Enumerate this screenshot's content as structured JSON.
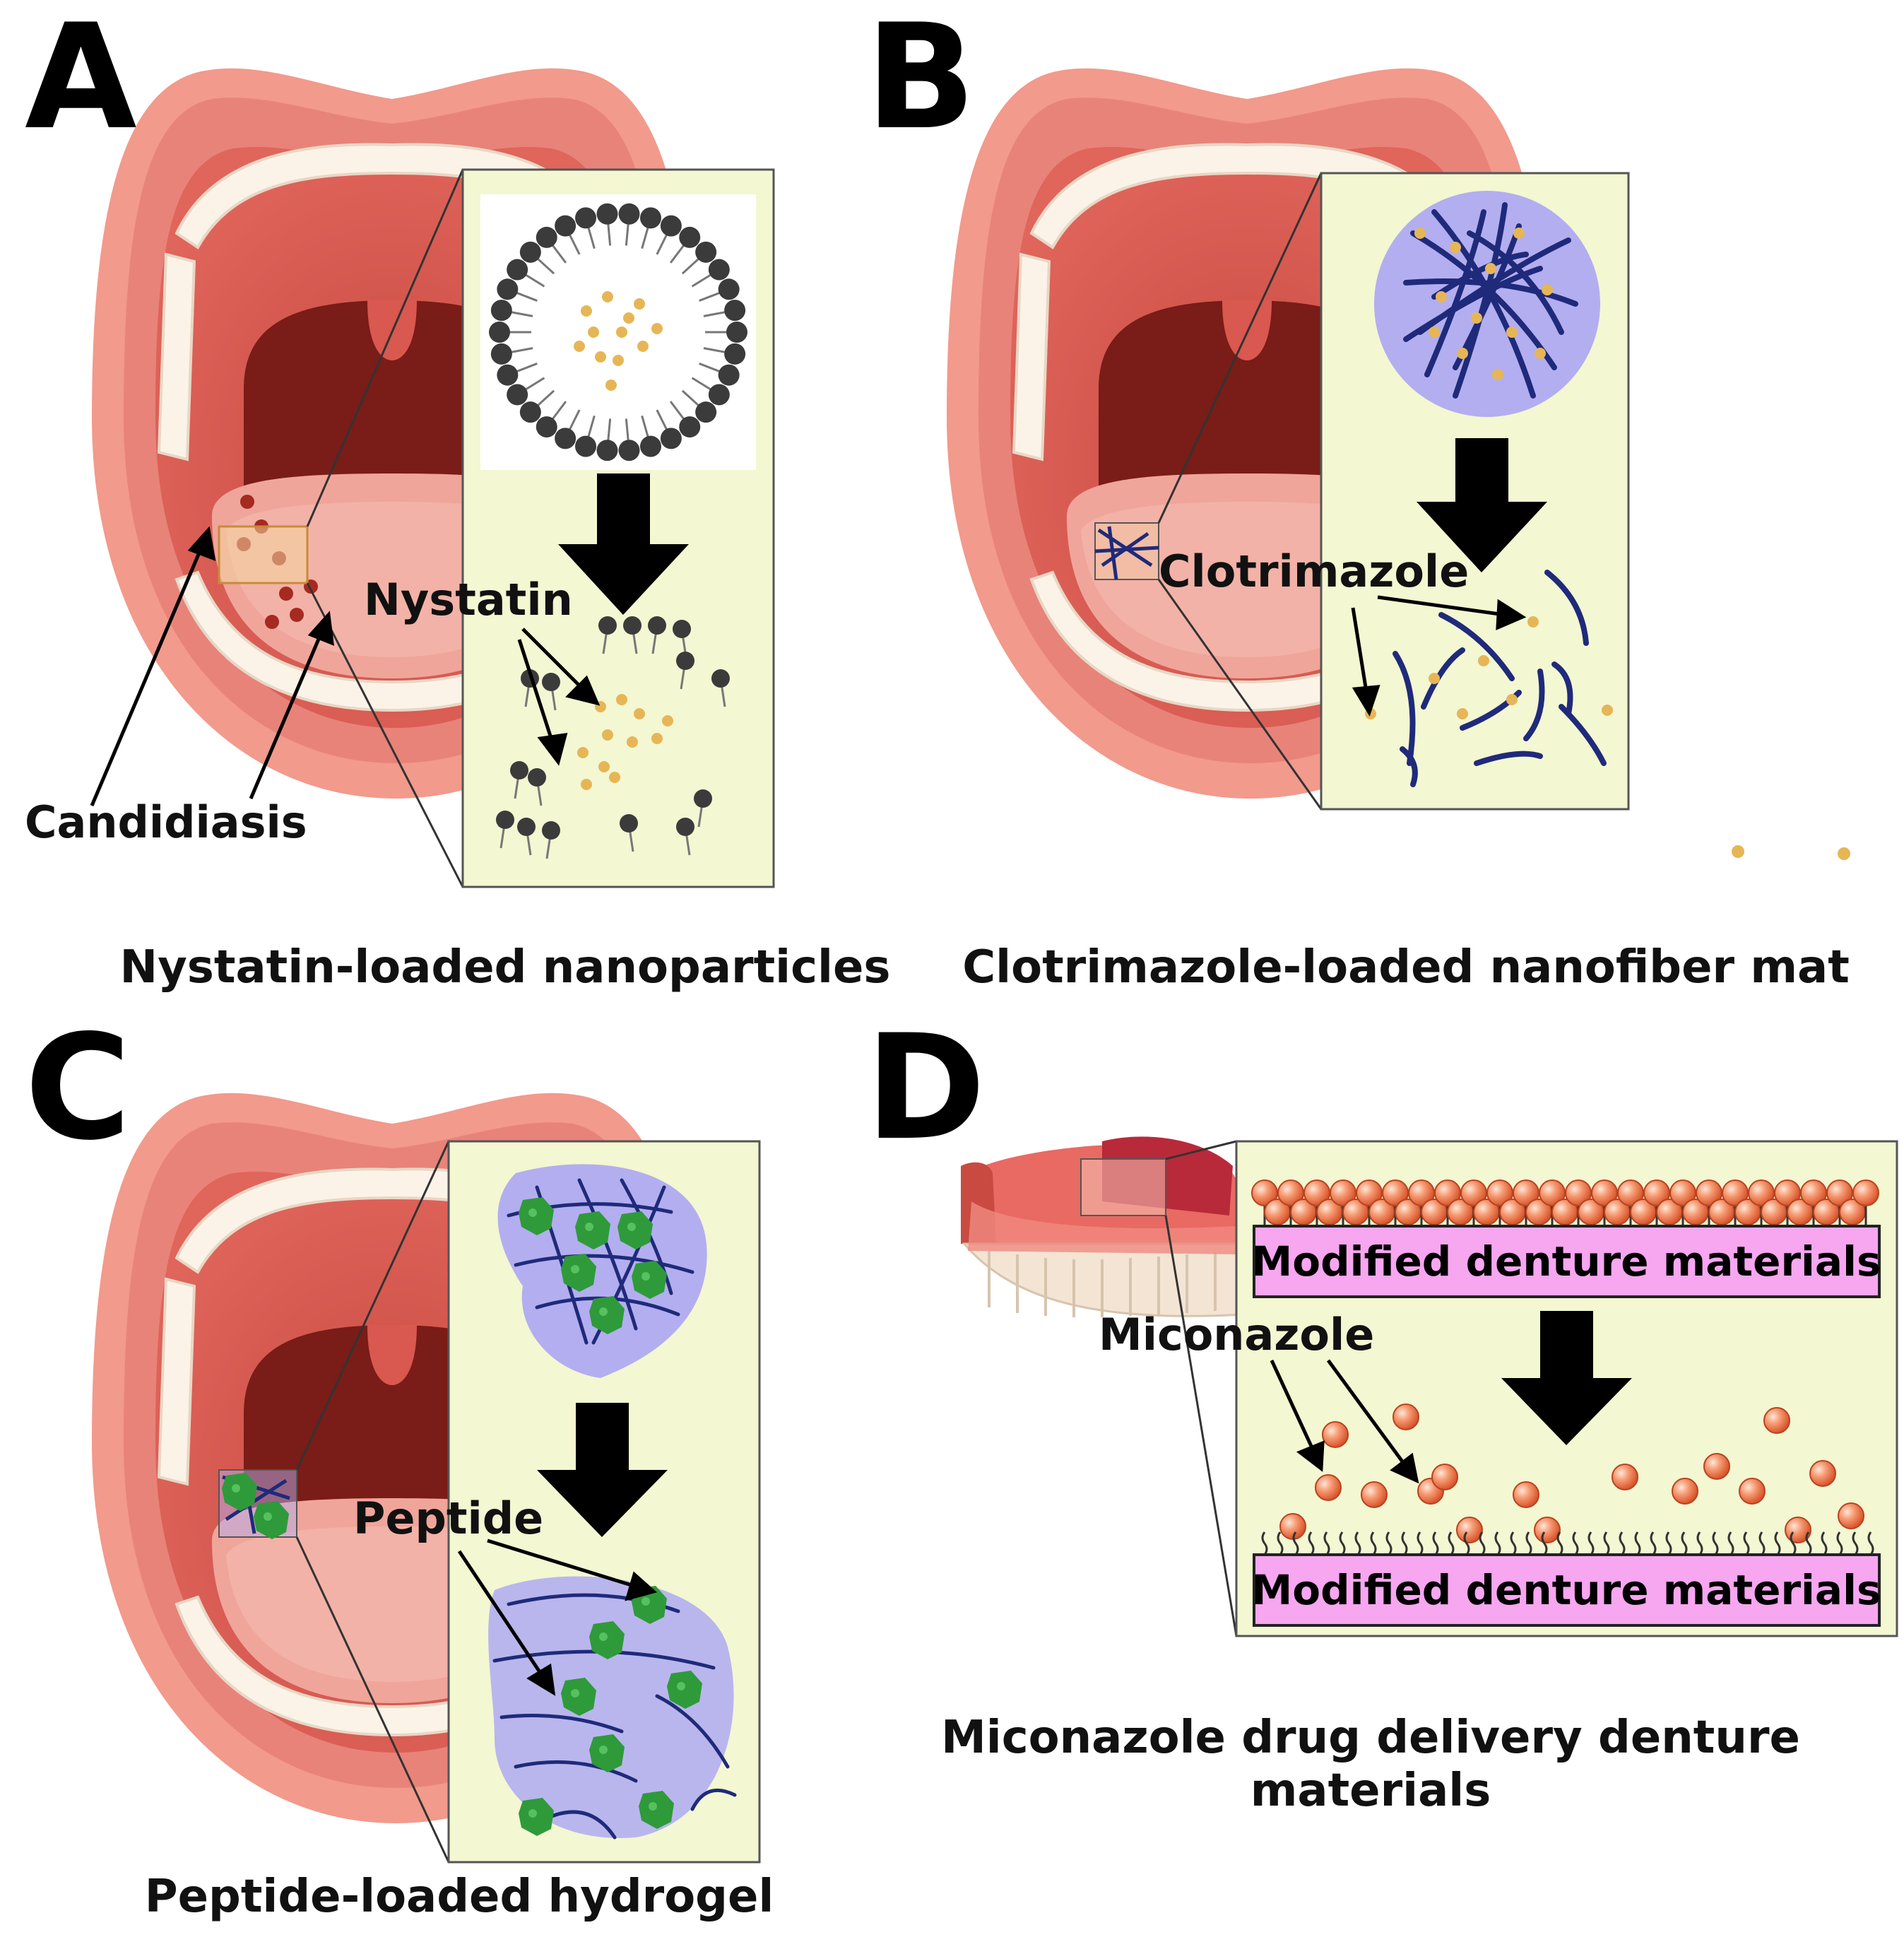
{
  "panels": {
    "a": {
      "letter": "A",
      "caption": "Nystatin-loaded nanoparticles",
      "label_drug": "Nystatin",
      "label_disease": "Candidiasis"
    },
    "b": {
      "letter": "B",
      "caption": "Clotrimazole-loaded nanofiber mat",
      "label_drug": "Clotrimazole"
    },
    "c": {
      "letter": "C",
      "caption": "Peptide-loaded hydrogel",
      "label_drug": "Peptide"
    },
    "d": {
      "letter": "D",
      "caption_line1": "Miconazole drug delivery denture",
      "caption_line2": "materials",
      "label_drug": "Miconazole",
      "box_label_top": "Modified denture materials",
      "box_label_bottom": "Modified denture materials"
    }
  },
  "colors": {
    "lip": "#f29a8c",
    "lip_dark": "#e8837a",
    "mouth_interior": "#d9584f",
    "throat": "#7a1c17",
    "tongue": "#f0a59a",
    "tooth": "#fbf3e8",
    "inset_bg": "#f3f7d2",
    "drug_dot": "#e6b656",
    "lipid_head": "#3b3b3b",
    "fiber": "#1f2a7a",
    "hydrogel": "#b3aef0",
    "peptide": "#2f9a3a",
    "sphere": "#f0794e",
    "denture_box": "#f7a6f0",
    "arrow": "#000000"
  }
}
